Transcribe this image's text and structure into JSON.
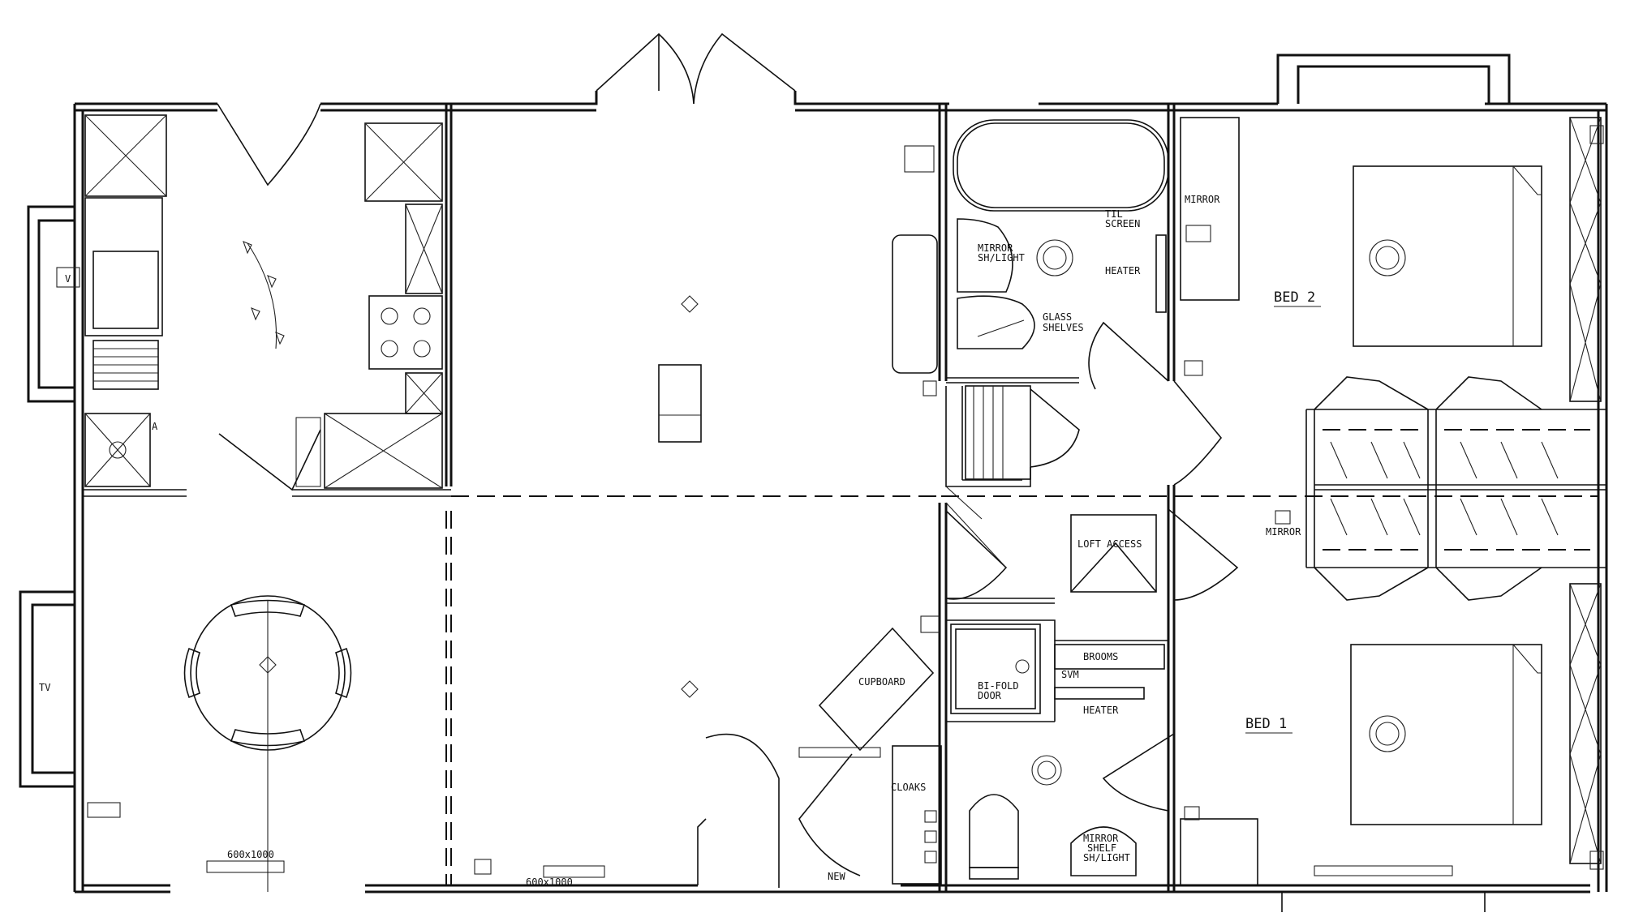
{
  "rooms": {
    "bed1": "BED 1",
    "bed2": "BED 2"
  },
  "labels": {
    "mirror_top": "MIRROR",
    "mirror_bed2": "MIRROR",
    "tiled_screen_1": "TIL",
    "tiled_screen_2": "SCREEN",
    "mirror_shlight_1": "MIRROR",
    "mirror_shlight_2": "SH/LIGHT",
    "glass_shelves_1": "GLASS",
    "glass_shelves_2": "SHELVES",
    "heater_bath": "HEATER",
    "loft_access": "LOFT ACCESS",
    "brooms": "BROOMS",
    "svm": "SVM",
    "bifold_door_1": "BI-FOLD",
    "bifold_door_2": "DOOR",
    "heater_bed1": "HEATER",
    "cupboard": "CUPBOARD",
    "cloaks": "CLOAKS",
    "mirror_shelf_1": "MIRROR",
    "mirror_shelf_2": "SHELF",
    "mirror_shelf_3": "SH/LIGHT",
    "new_dimension": "NEW",
    "dim_left": "600x1000",
    "dim_mid": "600x1000",
    "tv": "TV",
    "kitchen_a": "A",
    "kitchen_v": "V"
  },
  "colors": {
    "line": "#111111",
    "background": "#ffffff"
  }
}
